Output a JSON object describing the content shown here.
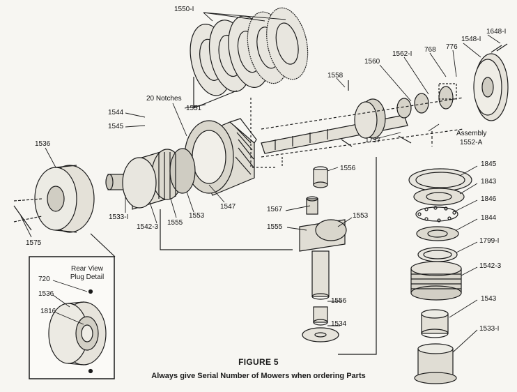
{
  "figure": {
    "title": "FIGURE 5",
    "note": "Always give Serial Number of Mowers when ordering Parts"
  },
  "inset": {
    "title_line1": "Rear View",
    "title_line2": "Plug Detail"
  },
  "labels": {
    "p1550_1": "1550-I",
    "p1551": "1551",
    "notches": "20 Notches",
    "p1544": "1544",
    "p1545": "1545",
    "p1536": "1536",
    "p1575": "1575",
    "p1533_1": "1533-I",
    "p1542_3": "1542-3",
    "p1555": "1555",
    "p1553": "1553",
    "p1547": "1547",
    "p1558": "1558",
    "p1560": "1560",
    "p1562_1": "1562-I",
    "p768": "768",
    "p776": "776",
    "p1548_1": "1548-I",
    "p1648_1": "1648-I",
    "assembly": "Assembly",
    "p1552_a": "1552-A",
    "p1737": "1737",
    "p1556a": "1556",
    "p1567": "1567",
    "p1555b": "1555",
    "p1553b": "1553",
    "p1556b": "1556",
    "p1534": "1534",
    "p1845": "1845",
    "p1843": "1843",
    "p1846": "1846",
    "p1844": "1844",
    "p1799_1": "1799-I",
    "p1542_3b": "1542-3",
    "p1543": "1543",
    "p1533_1b": "1533-I",
    "i720": "720",
    "i1536": "1536",
    "i1816": "1816"
  }
}
